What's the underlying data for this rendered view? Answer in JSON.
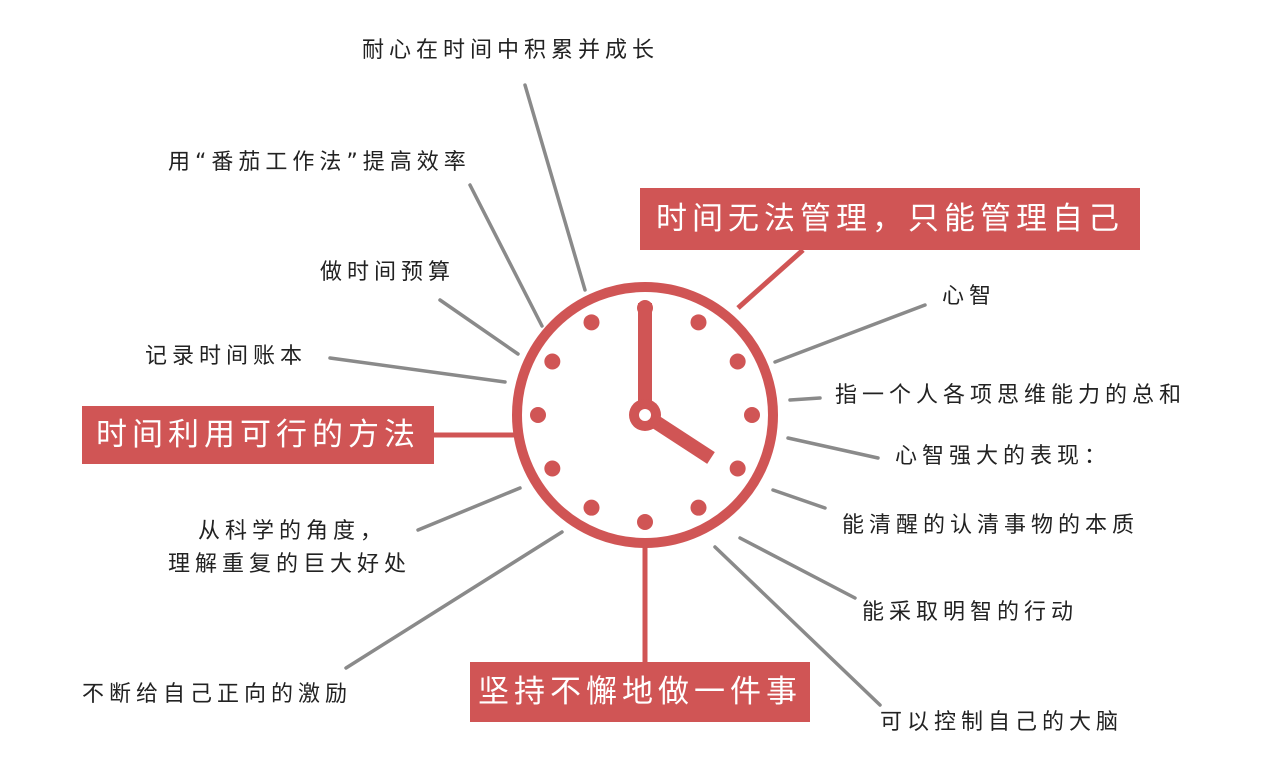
{
  "colors": {
    "accent": "#d05555",
    "line": "#8a8a8a",
    "text": "#222222",
    "background": "#ffffff"
  },
  "clock": {
    "icon": "clock-icon",
    "hour_markers": 12
  },
  "boxes": {
    "top": "时间无法管理，只能管理自己",
    "left": "时间利用可行的方法",
    "bottom": "坚持不懈地做一件事"
  },
  "left_items": {
    "patience": "耐心在时间中积累并成长",
    "pomodoro": "用“番茄工作法”提高效率",
    "budget": "做时间预算",
    "ledger": "记录时间账本",
    "science_line1": "从科学的角度，",
    "science_line2": "理解重复的巨大好处",
    "motivation": "不断给自己正向的激励"
  },
  "right_items": {
    "mind": "心智",
    "definition": "指一个人各项思维能力的总和",
    "strong": "心智强大的表现：",
    "essence": "能清醒的认清事物的本质",
    "action": "能采取明智的行动",
    "control": "可以控制自己的大脑"
  }
}
